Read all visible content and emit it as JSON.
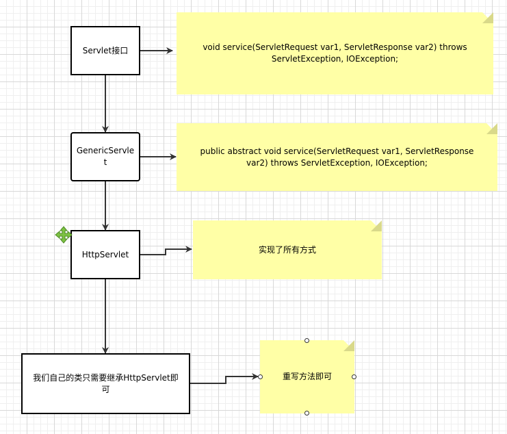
{
  "boxes": {
    "servlet": "Servlet接口",
    "generic_servlet": "GenericServlet",
    "http_servlet": "HttpServlet",
    "my_class": "我们自己的类只需要继承HttpServlet即可"
  },
  "notes": {
    "servlet_method": "void service(ServletRequest var1, ServletResponse var2) throws ServletException, IOException;",
    "generic_method": "public abstract void service(ServletRequest var1, ServletResponse var2) throws ServletException, IOException;",
    "http_all": "实现了所有方式",
    "override": "重写方法即可"
  },
  "icons": {
    "move": "move-cursor-icon"
  },
  "colors": {
    "note_fill": "#ffffa6",
    "note_fold": "#d9d98a",
    "line": "#333333",
    "move_icon": "#7dc242"
  }
}
